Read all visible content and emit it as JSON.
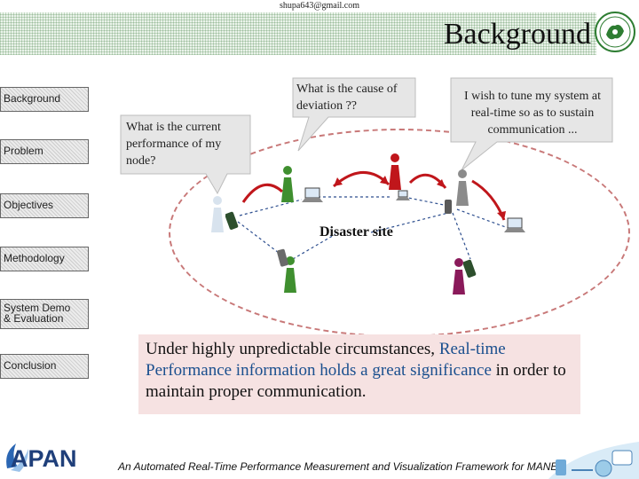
{
  "header": {
    "email": "shupa643@gmail.com",
    "title": "Background"
  },
  "sidebar": {
    "items": [
      {
        "label": "Background"
      },
      {
        "label": "Problem"
      },
      {
        "label": "Objectives"
      },
      {
        "label": "Methodology"
      },
      {
        "label": "System Demo",
        "label2": "& Evaluation"
      },
      {
        "label": "Conclusion"
      }
    ]
  },
  "diagram": {
    "bubble_1": "What is the current performance of my node?",
    "bubble_2": "What is the cause of deviation ??",
    "bubble_3": "I wish to tune my system at real-time so as to sustain communication ...",
    "center_label": "Disaster site"
  },
  "message": {
    "part1": "Under highly unpredictable circumstances,",
    "highlight": "Real-time Performance information holds a great significance",
    "part2": "in order to maintain proper communication."
  },
  "footer": {
    "logo_text": "APAN",
    "caption": "An Automated Real-Time Performance Measurement and Visualization Framework for MANET"
  },
  "colors": {
    "accent_blue": "#1a4f8e",
    "message_bg": "#f6e2e2",
    "ellipse_border": "#c87878",
    "arrow_red": "#c0161b"
  }
}
